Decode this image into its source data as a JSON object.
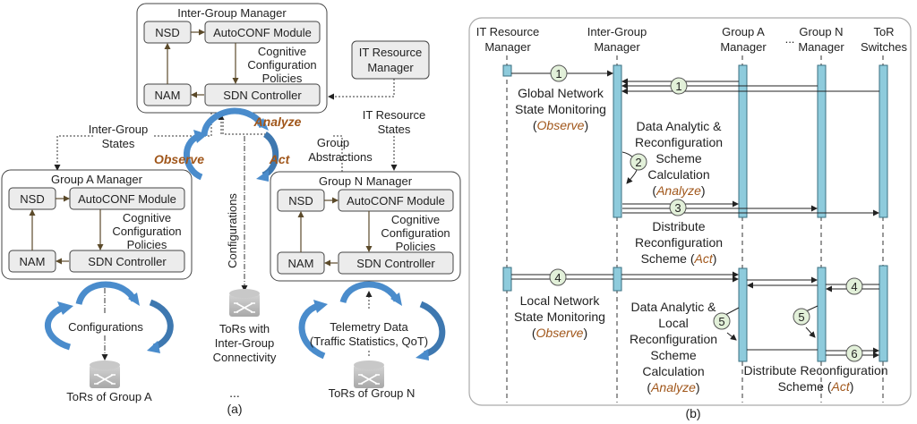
{
  "panel_a": {
    "caption": "(a)",
    "inter_group_manager": {
      "title": "Inter-Group Manager",
      "nsd": "NSD",
      "autoconf": "AutoCONF Module",
      "nam": "NAM",
      "sdn": "SDN Controller",
      "policies": [
        "Cognitive",
        "Configuration",
        "Policies"
      ]
    },
    "it_resource_manager": [
      "IT Resource",
      "Manager"
    ],
    "group_a_manager": {
      "title": "Group A Manager",
      "nsd": "NSD",
      "autoconf": "AutoCONF Module",
      "nam": "NAM",
      "sdn": "SDN Controller",
      "policies": [
        "Cognitive",
        "Configuration",
        "Policies"
      ]
    },
    "group_n_manager": {
      "title": "Group N Manager",
      "nsd": "NSD",
      "autoconf": "AutoCONF Module",
      "nam": "NAM",
      "sdn": "SDN Controller",
      "policies": [
        "Cognitive",
        "Configuration",
        "Policies"
      ]
    },
    "labels": {
      "inter_group_states": [
        "Inter-Group",
        "States"
      ],
      "group_abstractions": [
        "Group",
        "Abstractions"
      ],
      "it_resource_states": [
        "IT Resource",
        "States"
      ],
      "configurations_vertical": "Configurations",
      "configurations": "Configurations",
      "telemetry": [
        "Telemetry Data",
        "(Traffic Statistics, QoT)"
      ],
      "tors_group_a": "ToRs of Group A",
      "tors_inter_group": [
        "ToRs with",
        "Inter-Group",
        "Connectivity"
      ],
      "tors_group_n": "ToRs of Group N",
      "ellipsis": "..."
    },
    "loop": {
      "observe": "Observe",
      "analyze": "Analyze",
      "act": "Act"
    }
  },
  "panel_b": {
    "caption": "(b)",
    "lifelines": [
      [
        "IT Resource",
        "Manager"
      ],
      [
        "Inter-Group",
        "Manager"
      ],
      [
        "Group A",
        "Manager"
      ],
      [
        "Group N",
        "Manager"
      ],
      [
        "ToR",
        "Switches"
      ]
    ],
    "ellipsis": "...",
    "steps": [
      "1",
      "1",
      "2",
      "3",
      "4",
      "4",
      "5",
      "5",
      "6"
    ],
    "phases": {
      "global_monitoring": [
        "Global Network",
        "State Monitoring"
      ],
      "observe": "Observe",
      "analytic_global": [
        "Data Analytic &",
        "Reconfiguration",
        "Scheme",
        "Calculation"
      ],
      "analyze": "Analyze",
      "distribute": [
        "Distribute",
        "Reconfiguration",
        "Scheme ("
      ],
      "act": "Act",
      "local_monitoring": [
        "Local Network",
        "State Monitoring"
      ],
      "analytic_local": [
        "Data Analytic &",
        "Local",
        "Reconfiguration",
        "Scheme",
        "Calculation"
      ],
      "distribute_local": [
        "Distribute Reconfiguration",
        "Scheme ("
      ]
    }
  },
  "colors": {
    "loop_arrow": "#4a8ccc",
    "phase_text": "#a0561a",
    "activation_bar": "#8ecbdc",
    "step_badge": "#e2f0d9",
    "module_fill": "#ececec"
  }
}
